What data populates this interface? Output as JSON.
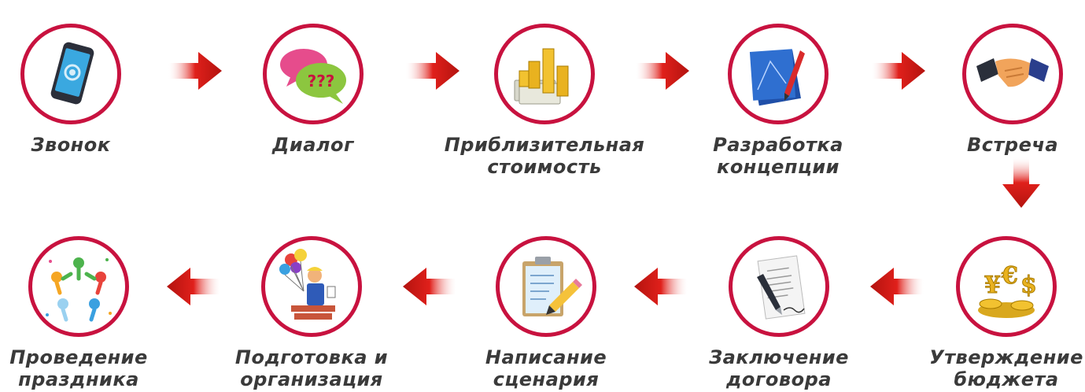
{
  "steps": [
    {
      "id": "call",
      "lines": [
        "Звонок"
      ],
      "icon": "smartphone-icon"
    },
    {
      "id": "dialog",
      "lines": [
        "Диалог"
      ],
      "icon": "speech-bubbles-icon"
    },
    {
      "id": "estimate",
      "lines": [
        "Приблизительная",
        "стоимость"
      ],
      "icon": "coins-money-icon"
    },
    {
      "id": "concept",
      "lines": [
        "Разработка",
        "концепции"
      ],
      "icon": "blueprint-pencil-icon"
    },
    {
      "id": "meeting",
      "lines": [
        "Встреча"
      ],
      "icon": "handshake-icon"
    },
    {
      "id": "budget",
      "lines": [
        "Утверждение",
        "бюджета"
      ],
      "icon": "currency-coins-icon"
    },
    {
      "id": "contract",
      "lines": [
        "Заключение",
        "договора"
      ],
      "icon": "contract-pen-icon"
    },
    {
      "id": "script",
      "lines": [
        "Написание",
        "сценария"
      ],
      "icon": "clipboard-pencil-icon"
    },
    {
      "id": "organize",
      "lines": [
        "Подготовка и",
        "организация"
      ],
      "icon": "builder-balloons-icon"
    },
    {
      "id": "event",
      "lines": [
        "Проведение",
        "праздника"
      ],
      "icon": "people-circle-icon"
    }
  ],
  "colors": {
    "ring": "#c8123f",
    "arrow": "#e0201b",
    "arrow_dark": "#b3130f",
    "label": "#3a3a3a"
  }
}
